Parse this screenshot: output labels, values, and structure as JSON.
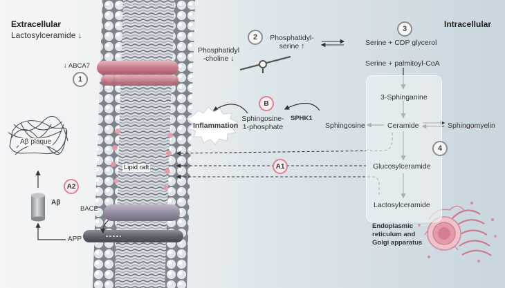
{
  "regions": {
    "extracellular": "Extracellular",
    "intracellular": "Intracellular"
  },
  "lactosylceramide_note": "Lactosylceramide ↓",
  "abca7": "↓ ABCA7",
  "markers": {
    "one": "1",
    "two": "2",
    "three": "3",
    "four": "4",
    "a1": "A1",
    "a2": "A2",
    "b": "B"
  },
  "phosphatidylcholine": [
    "Phosphatidyl",
    "-choline ↓"
  ],
  "phosphatidylserine": [
    "Phosphatidyl-",
    "serine ↑"
  ],
  "serine_cdp": "Serine + CDP glycerol",
  "serine_palmitoyl": "Serine + palmitoyl-CoA",
  "sphinganine": "3-Sphinganine",
  "ceramide": "Ceramide",
  "sphingomyelin": "Sphingomyelin",
  "sphingosine": "Sphingosine",
  "sphk1": "SPHK1",
  "s1p": [
    "Sphingosine-",
    "1-phosphate"
  ],
  "inflammation": "Inflammation",
  "glucosylceramide": "Glucosylceramide",
  "lactosylceramide": "Lactosylceramide",
  "er_golgi": [
    "Endoplasmic",
    "reticulum and",
    "Golgi apparatus"
  ],
  "lipid_raft": "Lipid raft",
  "abeta_plaque": "Aβ plaque",
  "abeta": "Aβ",
  "bace": "BACE",
  "app": "APP"
}
